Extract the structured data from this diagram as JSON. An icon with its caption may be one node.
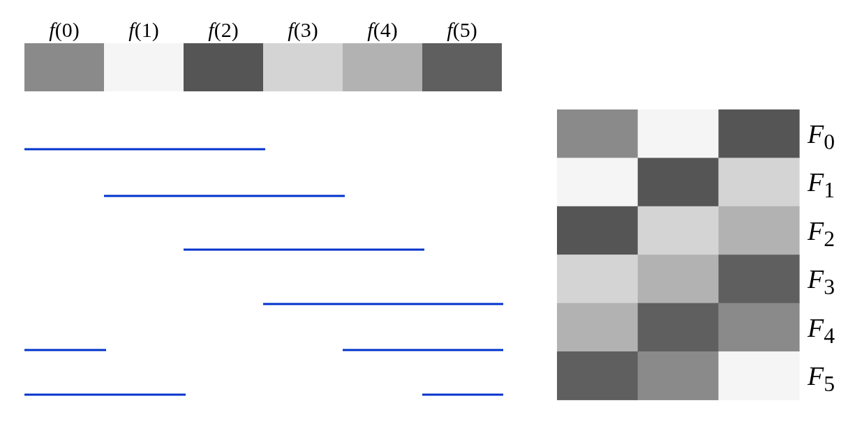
{
  "diagram": {
    "labels": [
      "*f*(0)",
      "*f*(1)",
      "*f*(2)",
      "*f*(3)",
      "*f*(4)",
      "*f*(5)",
      "*F*$_{0}$",
      "*F*$_{1}$",
      "*F*$_{2}$",
      "*F*$_{3}$",
      "*F*$_{4}$",
      "*F*$_{5}$"
    ]
  }
}
